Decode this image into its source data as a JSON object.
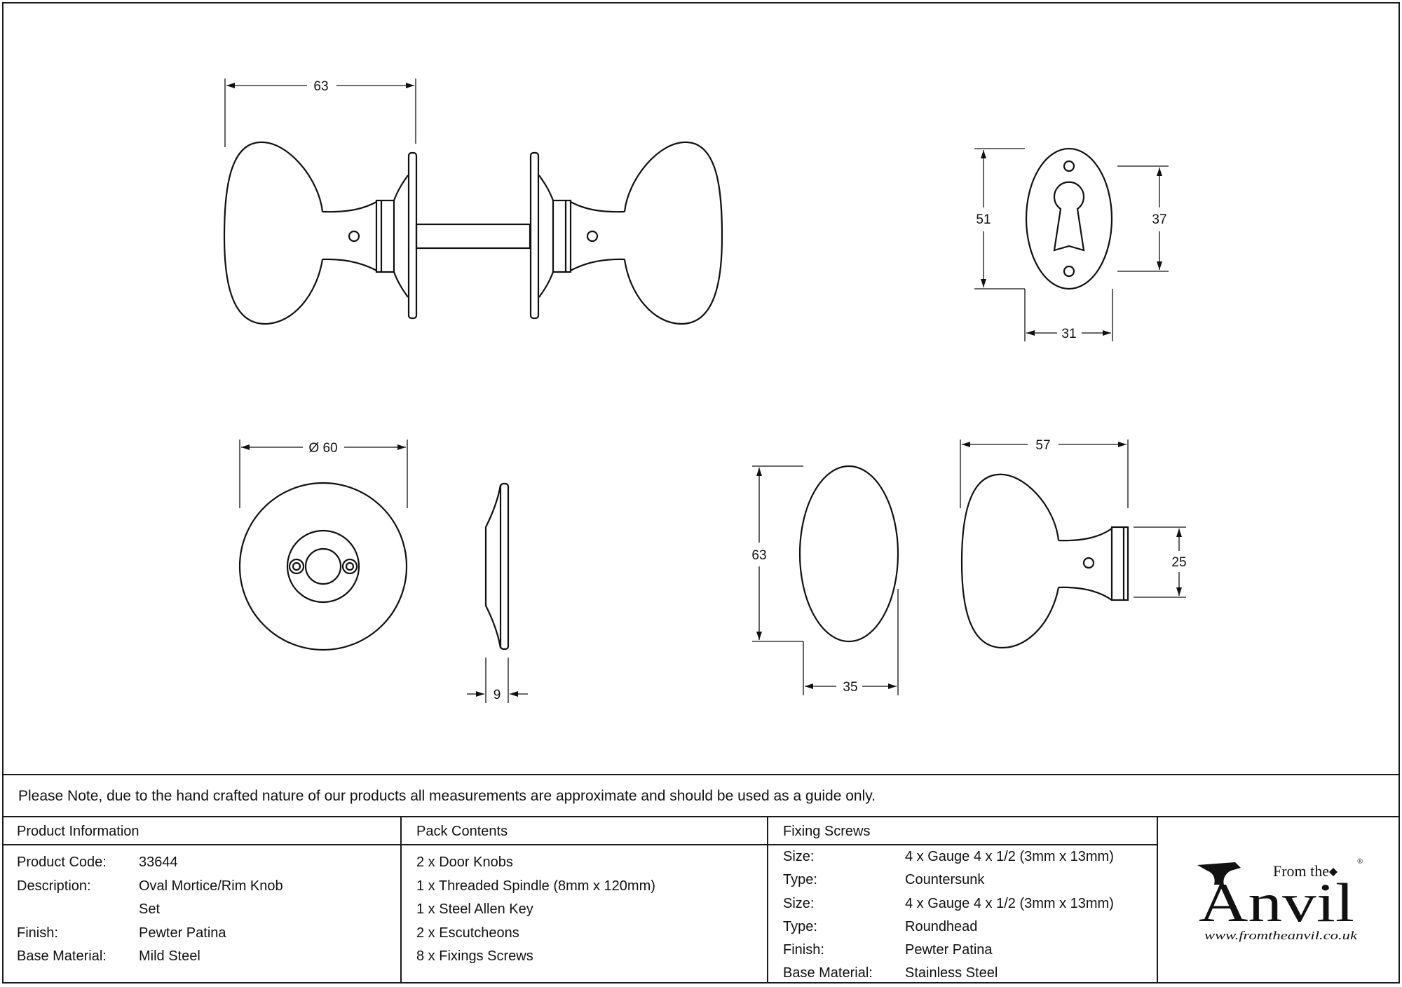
{
  "drawing": {
    "dimensions": {
      "knob_assembly_length": "63",
      "rose_diameter": "Ø 60",
      "rose_thickness": "9",
      "escutcheon_height": "51",
      "escutcheon_hole_spacing": "37",
      "escutcheon_width": "31",
      "knob_height": "63",
      "knob_width": "35",
      "knob_projection": "57",
      "neck_diameter": "25"
    }
  },
  "note": "Please Note, due to the hand crafted nature of our products all measurements are approximate and should be used as a guide only.",
  "product_info": {
    "heading": "Product Information",
    "rows": [
      {
        "key": "Product Code:",
        "value": "33644"
      },
      {
        "key": "Description:",
        "value": "Oval Mortice/Rim Knob"
      },
      {
        "key": "",
        "value": "Set"
      },
      {
        "key": "Finish:",
        "value": "Pewter Patina"
      },
      {
        "key": "Base Material:",
        "value": "Mild Steel"
      }
    ]
  },
  "pack_contents": {
    "heading": "Pack Contents",
    "items": [
      "2 x Door Knobs",
      "1 x Threaded Spindle (8mm x 120mm)",
      "1 x Steel Allen Key",
      "2 x Escutcheons",
      "8 x Fixings Screws"
    ]
  },
  "fixing_screws": {
    "heading": "Fixing Screws",
    "rows": [
      {
        "key": "Size:",
        "value": "4 x Gauge 4 x 1/2 (3mm x 13mm)"
      },
      {
        "key": "Type:",
        "value": "Countersunk"
      },
      {
        "key": "Size:",
        "value": "4 x Gauge 4 x 1/2 (3mm x 13mm)"
      },
      {
        "key": "Type:",
        "value": "Roundhead"
      },
      {
        "key": "Finish:",
        "value": "Pewter Patina"
      },
      {
        "key": "Base Material:",
        "value": "Stainless Steel"
      }
    ]
  },
  "logo": {
    "from_the": "From the",
    "brand": "Anvil",
    "registered": "®",
    "url": "www.fromtheanvil.co.uk"
  }
}
